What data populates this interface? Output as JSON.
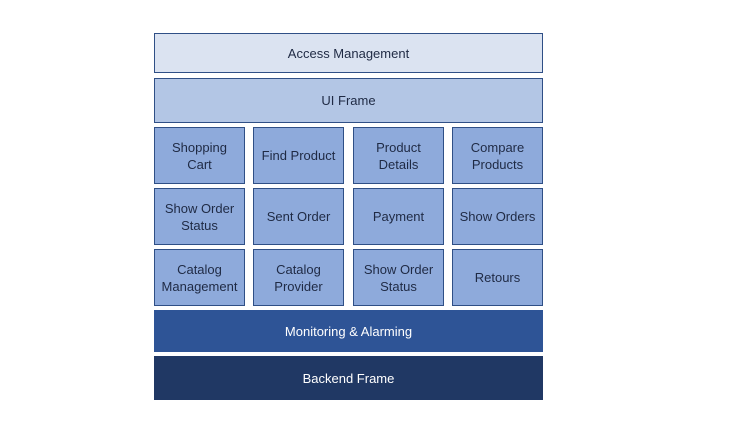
{
  "layers": {
    "access_management": "Access Management",
    "ui_frame": "UI Frame",
    "monitoring": "Monitoring & Alarming",
    "backend_frame": "Backend Frame"
  },
  "modules": {
    "row1": [
      "Shopping\nCart",
      "Find Product",
      "Product\nDetails",
      "Compare\nProducts"
    ],
    "row2": [
      "Show Order\nStatus",
      "Sent Order",
      "Payment",
      "Show Orders"
    ],
    "row3": [
      "Catalog\nManagement",
      "Catalog\nProvider",
      "Show Order\nStatus",
      "Retours"
    ]
  },
  "colors": {
    "access_management": "#dbe3f1",
    "ui_frame": "#b3c6e5",
    "module": "#8eaadb",
    "monitoring": "#2e5496",
    "backend_frame": "#203864",
    "border": "#2f4f86"
  }
}
